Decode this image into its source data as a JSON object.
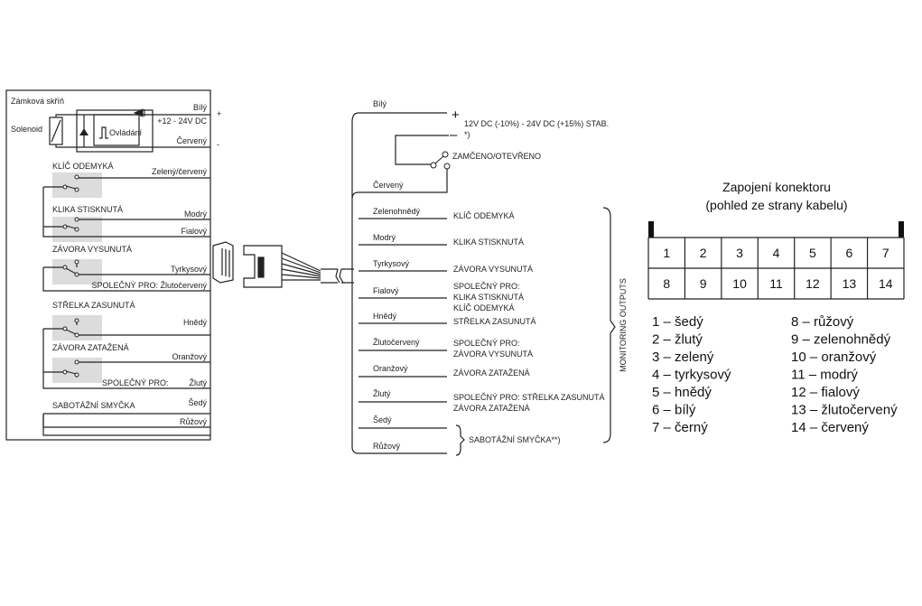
{
  "lock_box": {
    "title": "Zámková skříň",
    "solenoid": "Solenoid",
    "control": "Ovládání",
    "supply": "+12 - 24V DC",
    "plus": "+",
    "minus": "-",
    "wires": [
      "Bílý",
      "Červený",
      "Zelený/červený",
      "Modrý",
      "Fialový",
      "Tyrkysový",
      "SPOLEČNÝ PRO: Žlutočervený",
      "Hnědý",
      "Oranžový",
      "Žlutý",
      "Šedý",
      "Růžový"
    ],
    "sections": [
      "KLÍČ ODEMYKÁ",
      "KLIKA STISKNUTÁ",
      "ZÁVORA VYSUNUTÁ",
      "STŘELKA ZASUNUTÁ",
      "ZÁVORA ZATAŽENÁ",
      "SABOTÁŽNÍ SMYČKA"
    ],
    "common_label": "SPOLEČNÝ PRO:"
  },
  "cable": {
    "wires": [
      "Bílý",
      "Červený",
      "Zelenohnědý",
      "Modrý",
      "Tyrkysový",
      "Fialový",
      "Hnědý",
      "Žlutočervený",
      "Oranžový",
      "Žlutý",
      "Šedý",
      "Růžový"
    ],
    "plus": "+",
    "minus": "–",
    "supply": "12V DC (-10%) - 24V DC (+15%) STAB.",
    "supply_note": "*)",
    "lock_state": "ZAMČENO/OTEVŘENO",
    "functions": [
      "KLÍČ ODEMYKÁ",
      "KLIKA STISKNUTÁ",
      "ZÁVORA VYSUNUTÁ",
      "SPOLEČNÝ PRO:",
      "KLIKA STISKNUTÁ",
      "KLÍČ ODEMYKÁ",
      "STŘELKA ZASUNUTÁ",
      "SPOLEČNÝ PRO:",
      "ZÁVORA VYSUNUTÁ",
      "ZÁVORA ZATAŽENÁ",
      "SPOLEČNÝ PRO: STŘELKA ZASUNUTÁ",
      "ZÁVORA ZATAŽENÁ",
      "SABOTÁŽNÍ SMYČKA**)"
    ],
    "monitoring": "MONITORING OUTPUTS"
  },
  "connector": {
    "title": "Zapojení konektoru",
    "subtitle": "(pohled ze strany kabelu)",
    "row1": [
      "1",
      "2",
      "3",
      "4",
      "5",
      "6",
      "7"
    ],
    "row2": [
      "8",
      "9",
      "10",
      "11",
      "12",
      "13",
      "14"
    ],
    "legend_left": [
      "1 – šedý",
      "2 – žlutý",
      "3 – zelený",
      "4 – tyrkysový",
      "5 – hnědý",
      "6 – bílý",
      "7 – černý"
    ],
    "legend_right": [
      "8 – růžový",
      "9 – zelenohnědý",
      "10 – oranžový",
      "11 – modrý",
      "12 – fialový",
      "13 – žlutočervený",
      "14 – červený"
    ]
  }
}
